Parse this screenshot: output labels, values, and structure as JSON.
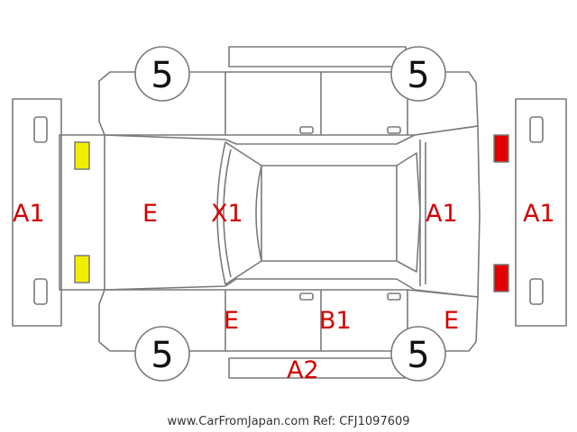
{
  "labels": {
    "front_bumper": "A1",
    "hood": "E",
    "windshield": "X1",
    "rear_window": "A1",
    "rear_bumper": "A1",
    "front_right_fender": "E",
    "rear_right_door": "B1",
    "rear_right_quarter": "E",
    "right_side_sill": "A2"
  },
  "tires": {
    "front_left": "5",
    "rear_left": "5",
    "front_right": "5",
    "rear_right": "5"
  },
  "lamps": {
    "front_color": "#f2ee00",
    "rear_color": "#e30000"
  },
  "footer": "www.CarFromJapan.com Ref: CFJ1097609"
}
